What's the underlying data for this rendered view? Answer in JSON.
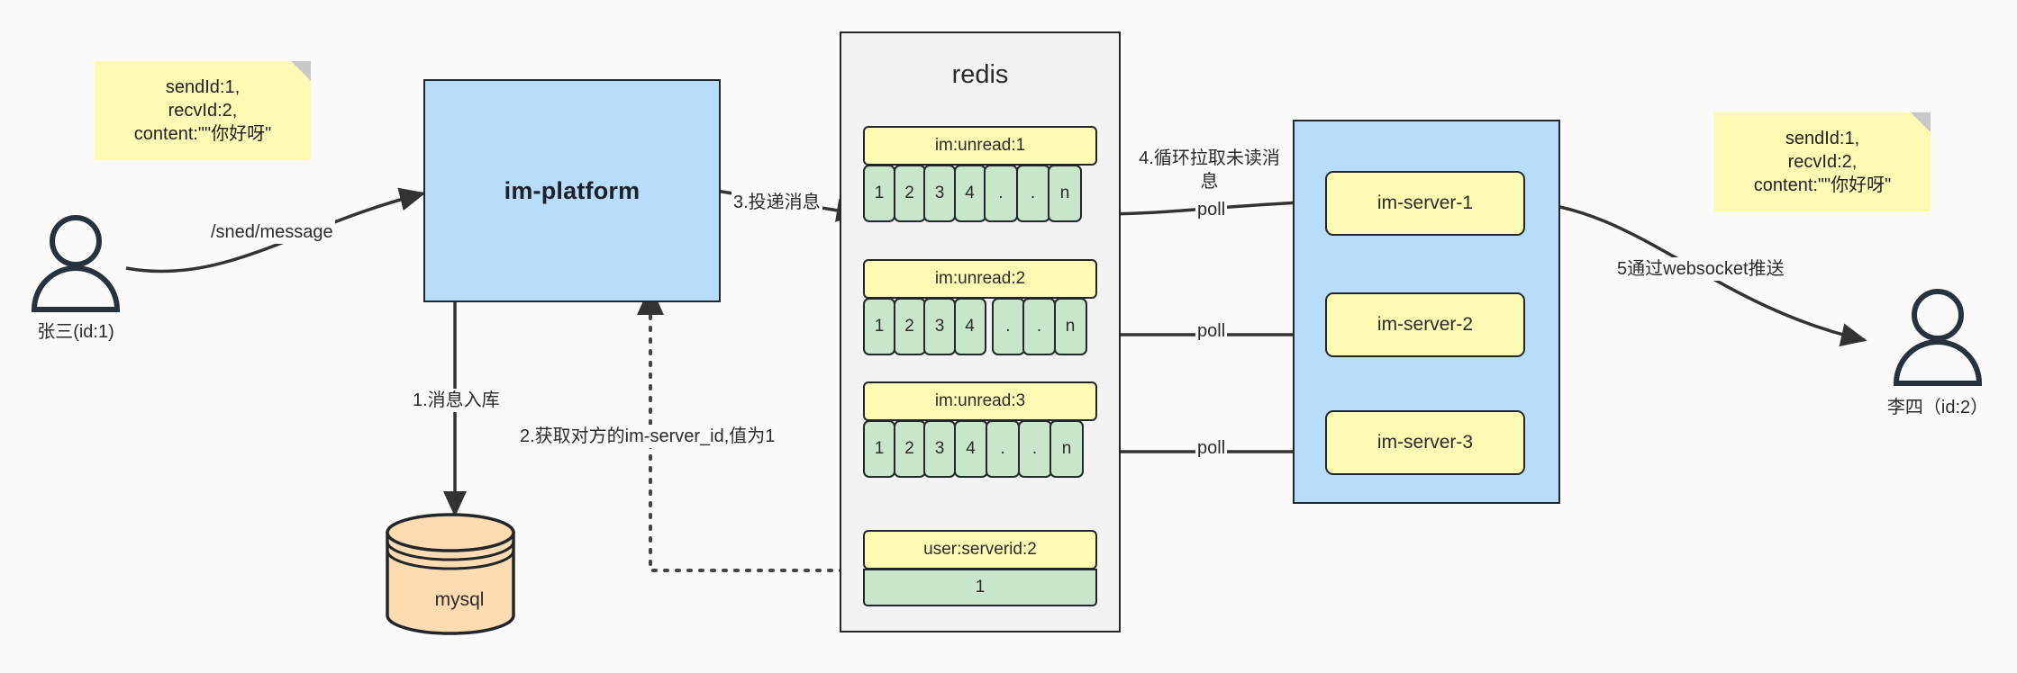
{
  "diagram": {
    "title": "IM message delivery architecture",
    "colors": {
      "note_bg": "#fdfab3",
      "process_blue": "#b8ddfb",
      "cell_green": "#c8e6c9",
      "db_orange": "#fcdcb0",
      "stroke": "#23262b",
      "canvas": "#fafafa"
    }
  },
  "notes": {
    "left": {
      "line1": "sendId:1,",
      "line2": "recvId:2,",
      "line3": "content:\"\"你好呀\""
    },
    "right": {
      "line1": "sendId:1,",
      "line2": "recvId:2,",
      "line3": "content:\"\"你好呀\""
    }
  },
  "actors": {
    "sender": {
      "label": "张三(id:1)",
      "icon": "person-icon"
    },
    "receiver": {
      "label": "李四（id:2）",
      "icon": "person-icon"
    }
  },
  "platform": {
    "label": "im-platform"
  },
  "database": {
    "label": "mysql",
    "icon": "cylinder-database-icon"
  },
  "redis": {
    "title": "redis",
    "keys": [
      {
        "name": "im:unread:1",
        "cells": [
          "1",
          "2",
          "3",
          "4",
          ".",
          ".",
          "n"
        ]
      },
      {
        "name": "im:unread:2",
        "cells": [
          "1",
          "2",
          "3",
          "4",
          ".",
          ".",
          "n"
        ]
      },
      {
        "name": "im:unread:3",
        "cells": [
          "1",
          "2",
          "3",
          "4",
          ".",
          ".",
          "n"
        ]
      }
    ],
    "serverid": {
      "name": "user:serverid:2",
      "value": "1"
    }
  },
  "servers": {
    "items": [
      {
        "label": "im-server-1"
      },
      {
        "label": "im-server-2"
      },
      {
        "label": "im-server-3"
      }
    ]
  },
  "edges": {
    "send_message": "/sned/message",
    "step1": "1.消息入库",
    "step2": "2.获取对方的im-server_id,值为1",
    "step3": "3.投递消息",
    "step4": "4.循环拉取未读消息",
    "step5": "5通过websocket推送",
    "poll1": "poll",
    "poll2": "poll",
    "poll3": "poll"
  }
}
